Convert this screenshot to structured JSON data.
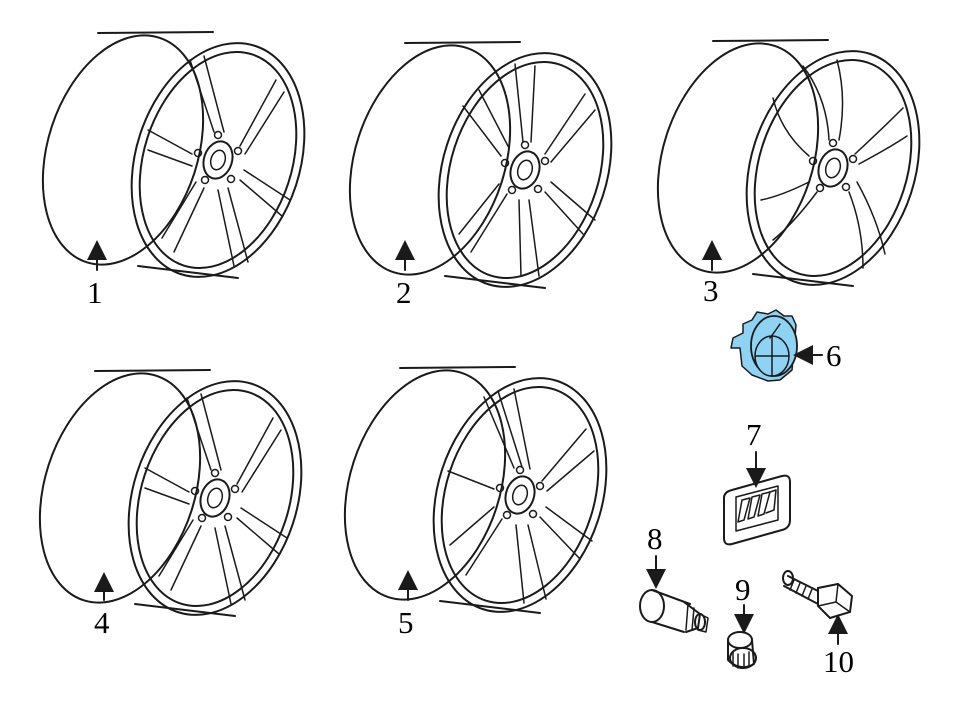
{
  "diagram": {
    "callouts": [
      {
        "id": "1",
        "label": "1"
      },
      {
        "id": "2",
        "label": "2"
      },
      {
        "id": "3",
        "label": "3"
      },
      {
        "id": "4",
        "label": "4"
      },
      {
        "id": "5",
        "label": "5"
      },
      {
        "id": "6",
        "label": "6"
      },
      {
        "id": "7",
        "label": "7"
      },
      {
        "id": "8",
        "label": "8"
      },
      {
        "id": "9",
        "label": "9"
      },
      {
        "id": "10",
        "label": "10"
      }
    ],
    "colors": {
      "line": "#1a1a1a",
      "highlight": "#8fd3f4",
      "background": "#ffffff"
    }
  }
}
